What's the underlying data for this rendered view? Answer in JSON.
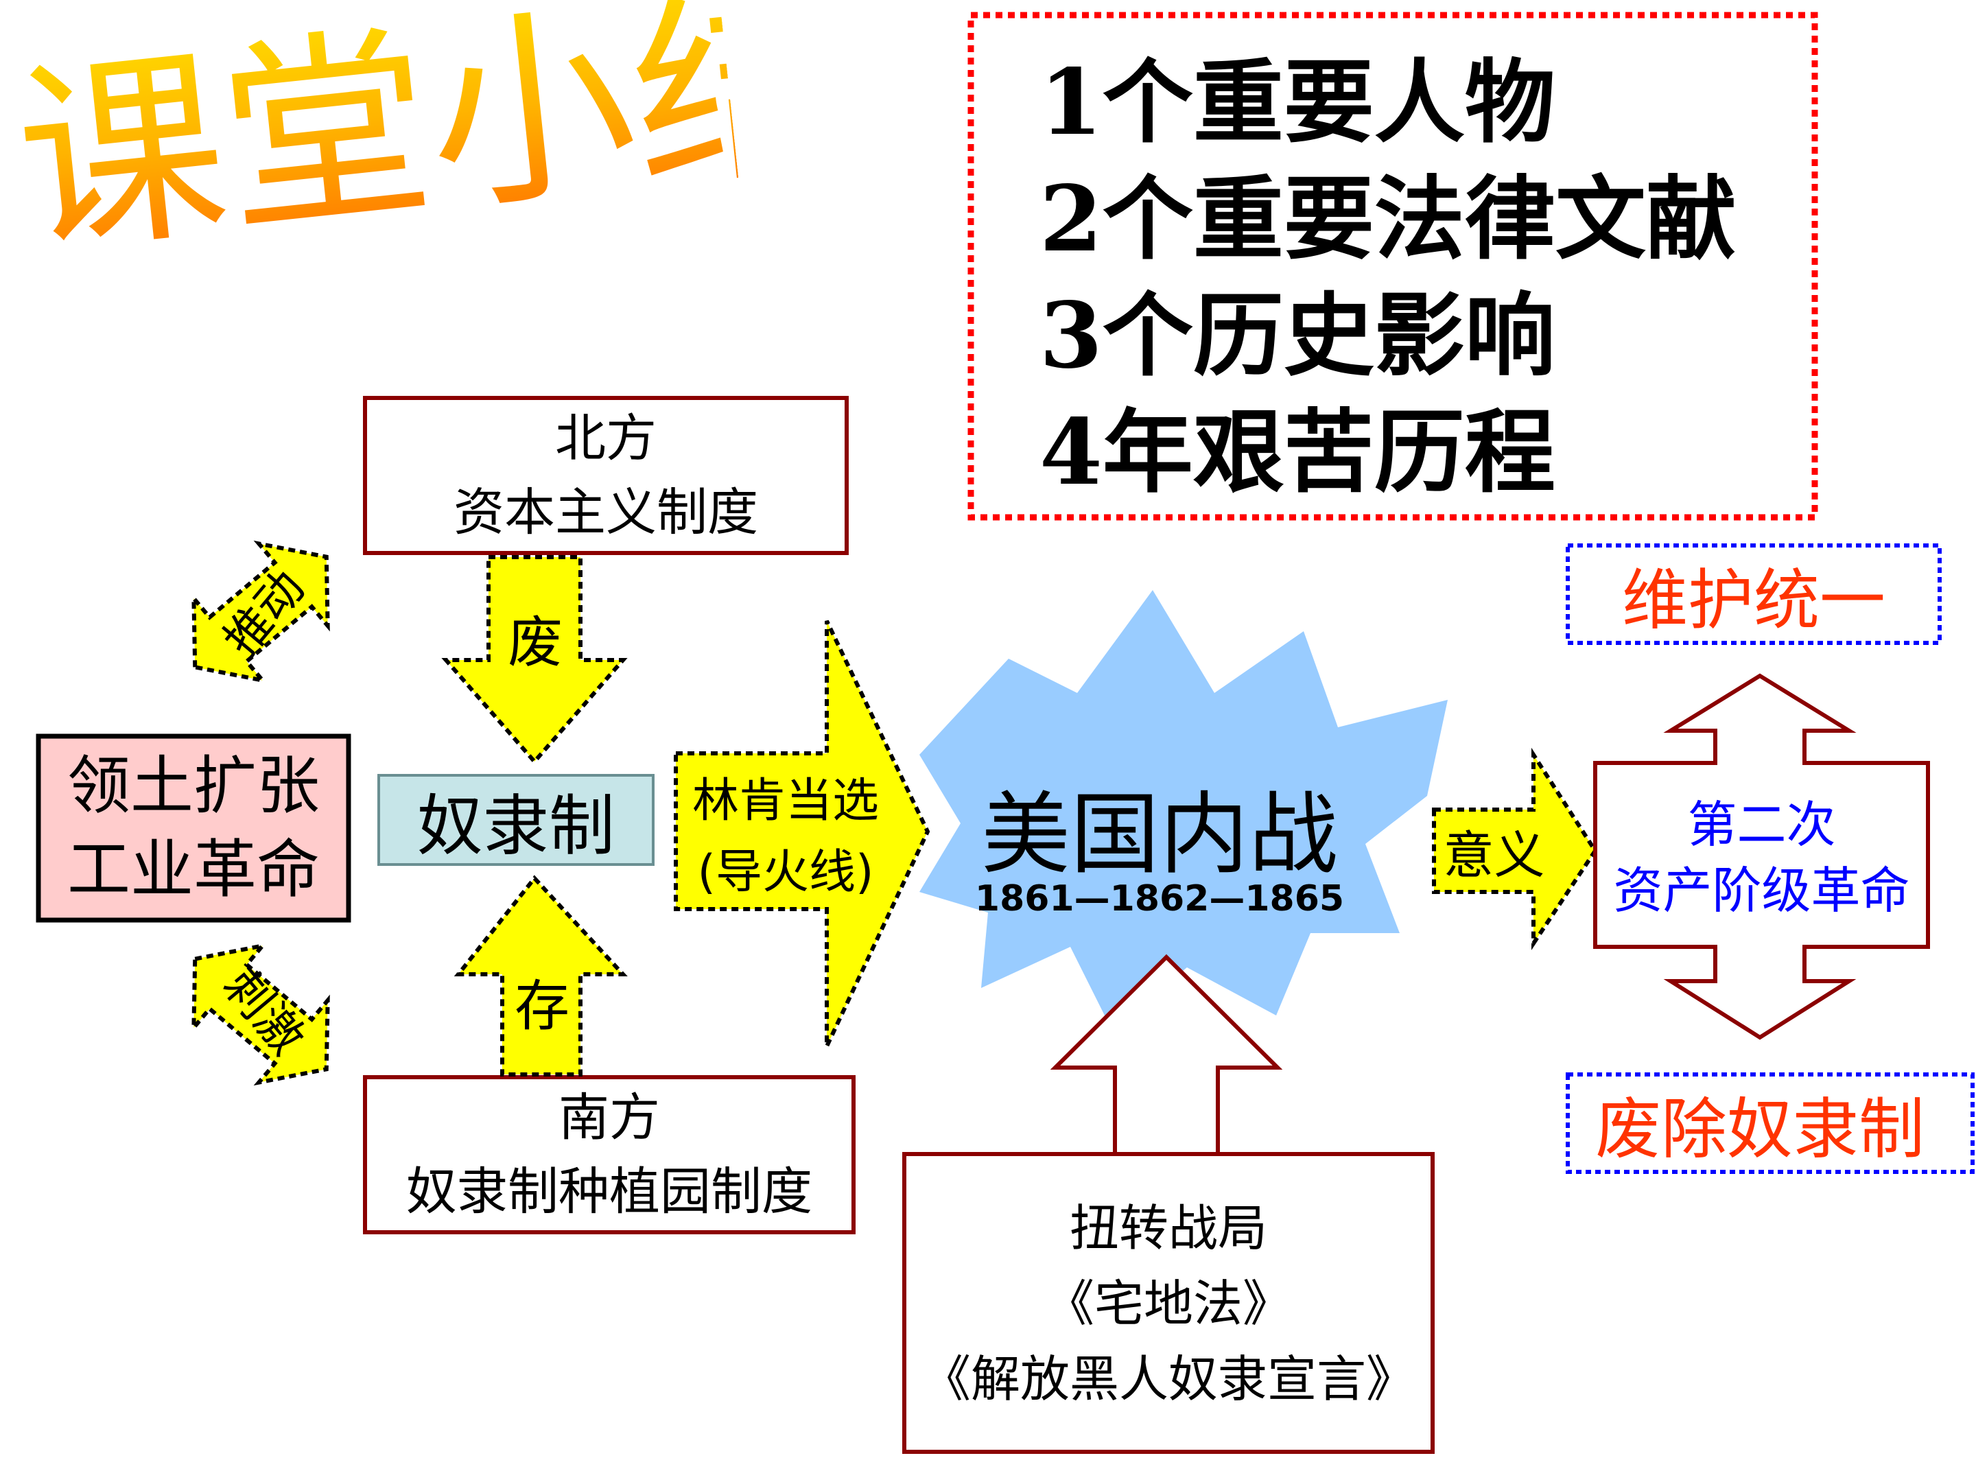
{
  "title": "课堂小结",
  "summary": {
    "lines": [
      "1个重要人物",
      "2个重要法律文献",
      "3个历史影响",
      "4年艰苦历程"
    ]
  },
  "north": {
    "line1": "北方",
    "line2": "资本主义制度"
  },
  "south": {
    "line1": "南方",
    "line2": "奴隶制种植园制度"
  },
  "left_box": {
    "line1": "领土扩张",
    "line2": "工业革命"
  },
  "slavery": "奴隶制",
  "arrows": {
    "push": "推动",
    "stimulate": "刺激",
    "abolish": "废",
    "preserve": "存",
    "trigger_line1": "林肯当选",
    "trigger_line2": "(导火线)",
    "meaning": "意义"
  },
  "civil_war": {
    "title": "美国内战",
    "years": "1861—1862—1865"
  },
  "turning": {
    "line1": "扭转战局",
    "line2": "《宅地法》",
    "line3": "《解放黑人奴隶宣言》"
  },
  "significance": {
    "top": "维护统一",
    "center_line1": "第二次",
    "center_line2": "资产阶级革命",
    "bottom": "废除奴隶制"
  },
  "colors": {
    "arrow_fill": "#ffff00",
    "box_border": "#8b0000",
    "star_fill": "#99ccff",
    "left_box_fill": "#ffcccc",
    "slavery_fill": "#c6e5e8",
    "summary_border": "#ff0000",
    "blue_border": "#0000ff",
    "red_text": "#ff3300",
    "blue_text": "#0000ff"
  }
}
